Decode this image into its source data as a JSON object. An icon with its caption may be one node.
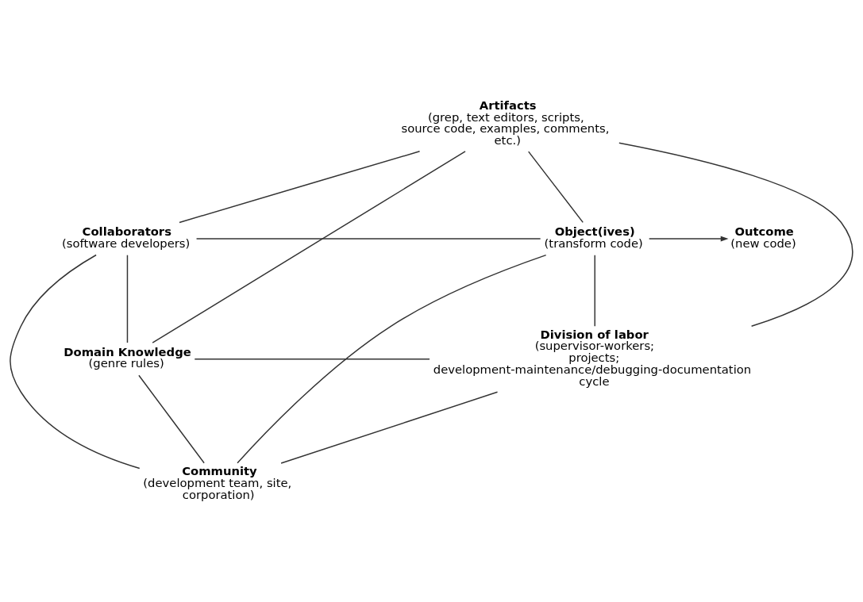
{
  "diagram": {
    "nodes": [
      {
        "text": [
          "Artifacts",
          "(grep, text editors, scripts, source code, examples, comments, etc.)"
        ]
      },
      {
        "text": [
          "Collaborators",
          "(software developers)"
        ]
      },
      {
        "text": [
          "Object(ives)",
          "(transform code)"
        ]
      },
      {
        "text": [
          "Outcome",
          "(new code)"
        ]
      },
      {
        "text": [
          "Domain Knowledge",
          "(genre rules)"
        ]
      },
      {
        "text": [
          "Division of labor",
          "(supervisor-workers; projects; development-maintenance/debugging-documentation cycle"
        ]
      },
      {
        "text": [
          "Community",
          "(development team, site, corporation)"
        ]
      }
    ],
    "edges": [
      {
        "from": 0,
        "to": 1,
        "arrow": "none"
      },
      {
        "from": 0,
        "to": 2,
        "arrow": "none"
      },
      {
        "from": 0,
        "to": 4,
        "arrow": "none"
      },
      {
        "from": 0,
        "to": 5,
        "arrow": "none"
      },
      {
        "from": 1,
        "to": 2,
        "arrow": "none"
      },
      {
        "from": 2,
        "to": 3,
        "arrow": "to"
      },
      {
        "from": 1,
        "to": 4,
        "arrow": "none"
      },
      {
        "from": 1,
        "to": 6,
        "arrow": "none"
      },
      {
        "from": 2,
        "to": 6,
        "arrow": "none"
      },
      {
        "from": 2,
        "to": 5,
        "arrow": "none"
      },
      {
        "from": 4,
        "to": 5,
        "arrow": "none"
      },
      {
        "from": 4,
        "to": 6,
        "arrow": "none"
      },
      {
        "from": 5,
        "to": 6,
        "arrow": "none"
      }
    ]
  }
}
